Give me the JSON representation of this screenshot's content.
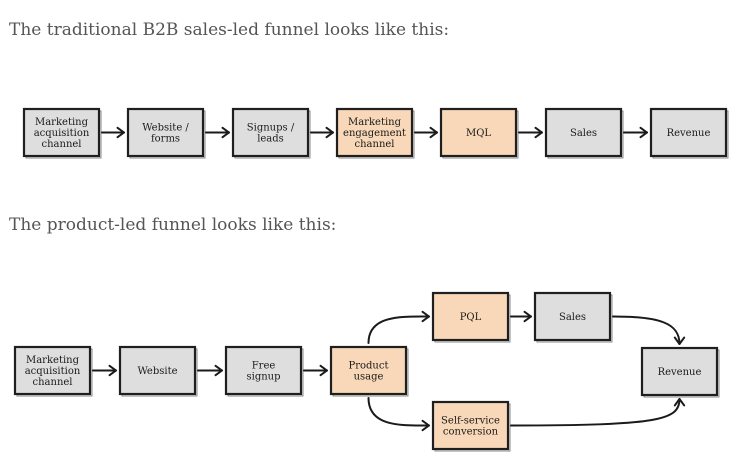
{
  "headings": {
    "sales_led": "The traditional B2B sales-led funnel looks like this:",
    "product_led": "The product-led funnel looks like this:"
  },
  "colors": {
    "box_gray": "#dedede",
    "box_peach": "#f8d8b8",
    "outline": "#1f1f1f",
    "heading_text": "#555555"
  },
  "sales_led_funnel": {
    "steps": [
      {
        "lines": [
          "Marketing",
          "acquisition",
          "channel"
        ],
        "highlight": false
      },
      {
        "lines": [
          "Website /",
          "forms"
        ],
        "highlight": false
      },
      {
        "lines": [
          "Signups /",
          "leads"
        ],
        "highlight": false
      },
      {
        "lines": [
          "Marketing",
          "engagement",
          "channel"
        ],
        "highlight": true
      },
      {
        "lines": [
          "MQL"
        ],
        "highlight": true
      },
      {
        "lines": [
          "Sales"
        ],
        "highlight": false
      },
      {
        "lines": [
          "Revenue"
        ],
        "highlight": false
      }
    ]
  },
  "product_led_funnel": {
    "steps": [
      {
        "lines": [
          "Marketing",
          "acquisition",
          "channel"
        ],
        "highlight": false
      },
      {
        "lines": [
          "Website"
        ],
        "highlight": false
      },
      {
        "lines": [
          "Free",
          "signup"
        ],
        "highlight": false
      },
      {
        "lines": [
          "Product",
          "usage"
        ],
        "highlight": true
      }
    ],
    "upper_branch": [
      {
        "lines": [
          "PQL"
        ],
        "highlight": true
      },
      {
        "lines": [
          "Sales"
        ],
        "highlight": false
      }
    ],
    "lower_branch": [
      {
        "lines": [
          "Self-service",
          "conversion"
        ],
        "highlight": true
      }
    ],
    "end": {
      "lines": [
        "Revenue"
      ],
      "highlight": false
    }
  }
}
